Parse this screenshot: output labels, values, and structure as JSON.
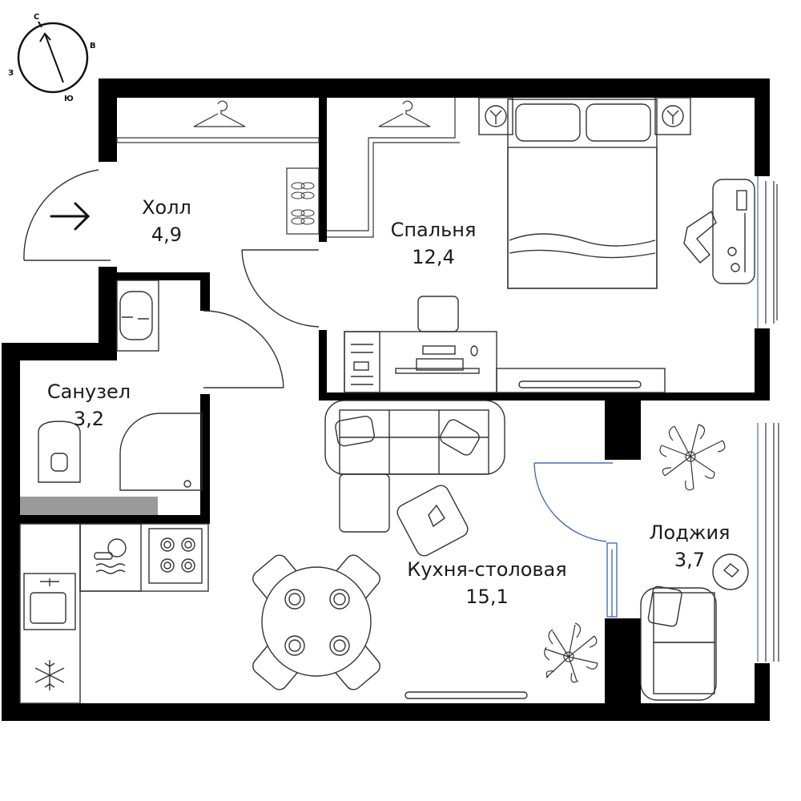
{
  "compass": {
    "north": "С",
    "east": "В",
    "south": "Ю",
    "west": "З"
  },
  "rooms": {
    "hall": {
      "name": "Холл",
      "area": "4,9"
    },
    "bedroom": {
      "name": "Спальня",
      "area": "12,4"
    },
    "bathroom": {
      "name": "Санузел",
      "area": "3,2"
    },
    "kitchen": {
      "name": "Кухня-столовая",
      "area": "15,1"
    },
    "loggia": {
      "name": "Лоджия",
      "area": "3,7"
    }
  },
  "colors": {
    "wall": "#000000",
    "line": "#333333",
    "door_blue": "#4a6fb5",
    "counter_gray": "#9a9a9a"
  }
}
